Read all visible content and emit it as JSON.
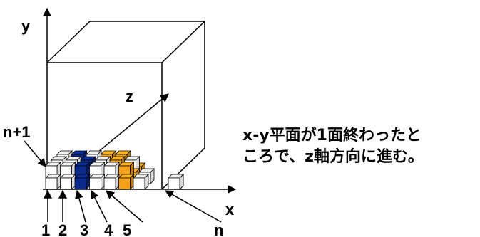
{
  "axes": {
    "x": "x",
    "y": "y",
    "z": "z"
  },
  "left_label": "n+1",
  "bottom_labels": [
    "1",
    "2",
    "3",
    "4",
    "5",
    "n"
  ],
  "caption": {
    "line1": "x-y平面が1面終わったと",
    "line2": "ころで、z軸方向に進む。"
  },
  "colors": {
    "white_cube": "#ffffff",
    "blue_cube": "#0a2a8c",
    "orange_cube": "#f5a21b",
    "outline": "#000000"
  }
}
